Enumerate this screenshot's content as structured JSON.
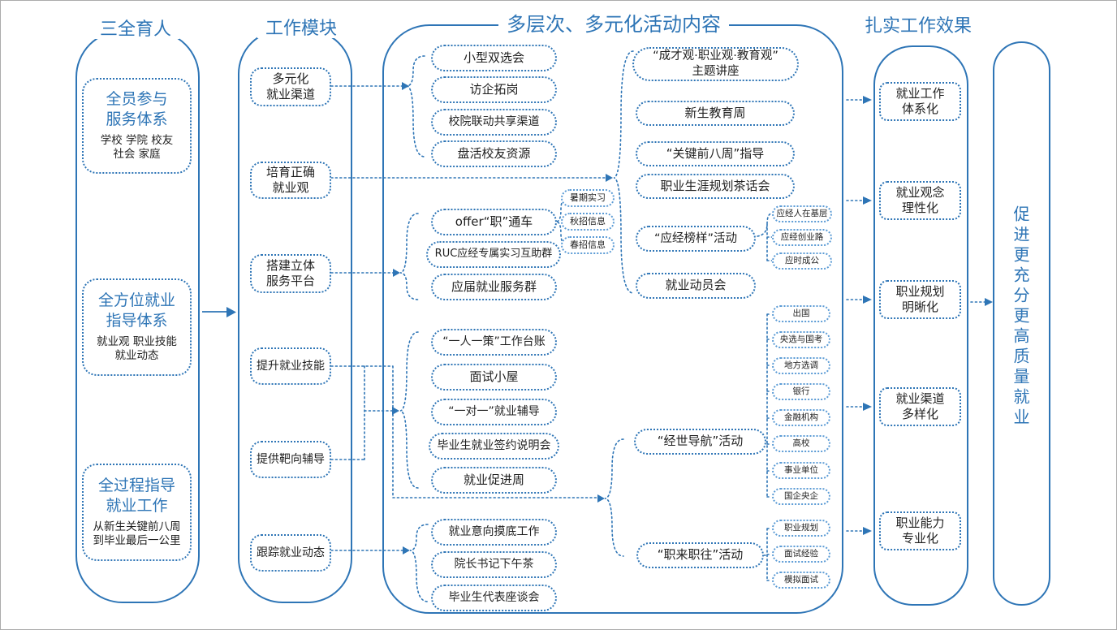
{
  "colors": {
    "line": "#2E75B6",
    "line_light": "#5B9BD5",
    "dark_text": "#1f1f1f"
  },
  "col1": {
    "title": "三全育人",
    "boxes": [
      {
        "head": "全员参与\n服务体系",
        "sub": "学校 学院 校友\n社会 家庭"
      },
      {
        "head": "全方位就业\n指导体系",
        "sub": "就业观 职业技能\n就业动态"
      },
      {
        "head": "全过程指导\n就业工作",
        "sub": "从新生关键前八周\n到毕业最后一公里"
      }
    ]
  },
  "col2": {
    "title": "工作模块",
    "items": [
      "多元化\n就业渠道",
      "培育正确\n就业观",
      "搭建立体\n服务平台",
      "提升就业技能",
      "提供靶向辅导",
      "跟踪就业动态"
    ]
  },
  "col3": {
    "title": "多层次、多元化活动内容",
    "group_channels": [
      "小型双选会",
      "访企拓岗",
      "校院联动共享渠道",
      "盘活校友资源"
    ],
    "group_platform": [
      "offer“职”通车",
      "RUC应经专属实习互助群",
      "应届就业服务群"
    ],
    "platform_tags": [
      "暑期实习",
      "秋招信息",
      "春招信息"
    ],
    "group_skills": [
      "“一人一策”工作台账",
      "面试小屋",
      "“一对一”就业辅导",
      "毕业生就业签约说明会",
      "就业促进周"
    ],
    "group_tracking": [
      "就业意向摸底工作",
      "院长书记下午茶",
      "毕业生代表座谈会"
    ],
    "group_outlook": [
      "“成才观·职业观·教育观”\n主题讲座",
      "新生教育周",
      "“关键前八周”指导",
      "职业生涯规划茶话会",
      "“应经榜样”活动",
      "就业动员会"
    ],
    "rolemodel_tags": [
      "应经人在基层",
      "应经创业路",
      "应时成公"
    ],
    "nav_activity": "“经世导航”活动",
    "nav_tags": [
      "出国",
      "央选与国考",
      "地方选调",
      "银行",
      "金融机构",
      "高校",
      "事业单位",
      "国企央企"
    ],
    "career_activity": "“职来职往”活动",
    "career_tags": [
      "职业规划",
      "面试经验",
      "模拟面试"
    ]
  },
  "col4": {
    "title": "扎实工作效果",
    "items": [
      "就业工作\n体系化",
      "就业观念\n理性化",
      "职业规划\n明晰化",
      "就业渠道\n多样化",
      "职业能力\n专业化"
    ]
  },
  "goal": {
    "text": "促进更充分更高质量就业"
  }
}
